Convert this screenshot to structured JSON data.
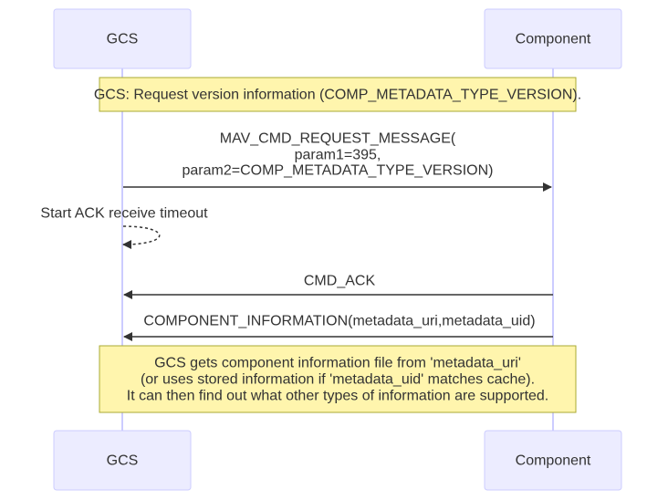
{
  "diagram": {
    "actors": {
      "gcs": "GCS",
      "component": "Component"
    },
    "notes": {
      "request_version": "GCS: Request version information (COMP_METADATA_TYPE_VERSION).",
      "gets_info": [
        "GCS gets component information file from 'metadata_uri'",
        "(or uses stored information if 'metadata_uid' matches cache).",
        "It can then find out what other types of information are supported."
      ]
    },
    "messages": {
      "request_message": [
        "MAV_CMD_REQUEST_MESSAGE(",
        "param1=395,",
        "param2=COMP_METADATA_TYPE_VERSION)"
      ],
      "start_timeout": "Start ACK receive timeout",
      "cmd_ack": "CMD_ACK",
      "component_information": "COMPONENT_INFORMATION(metadata_uri,metadata_uid)"
    },
    "colors": {
      "actor_fill": "#ECECFF",
      "actor_stroke": "#CCCCFF",
      "note_fill": "#FFF5AD",
      "note_stroke": "#AAAA33",
      "line": "#333333"
    }
  }
}
